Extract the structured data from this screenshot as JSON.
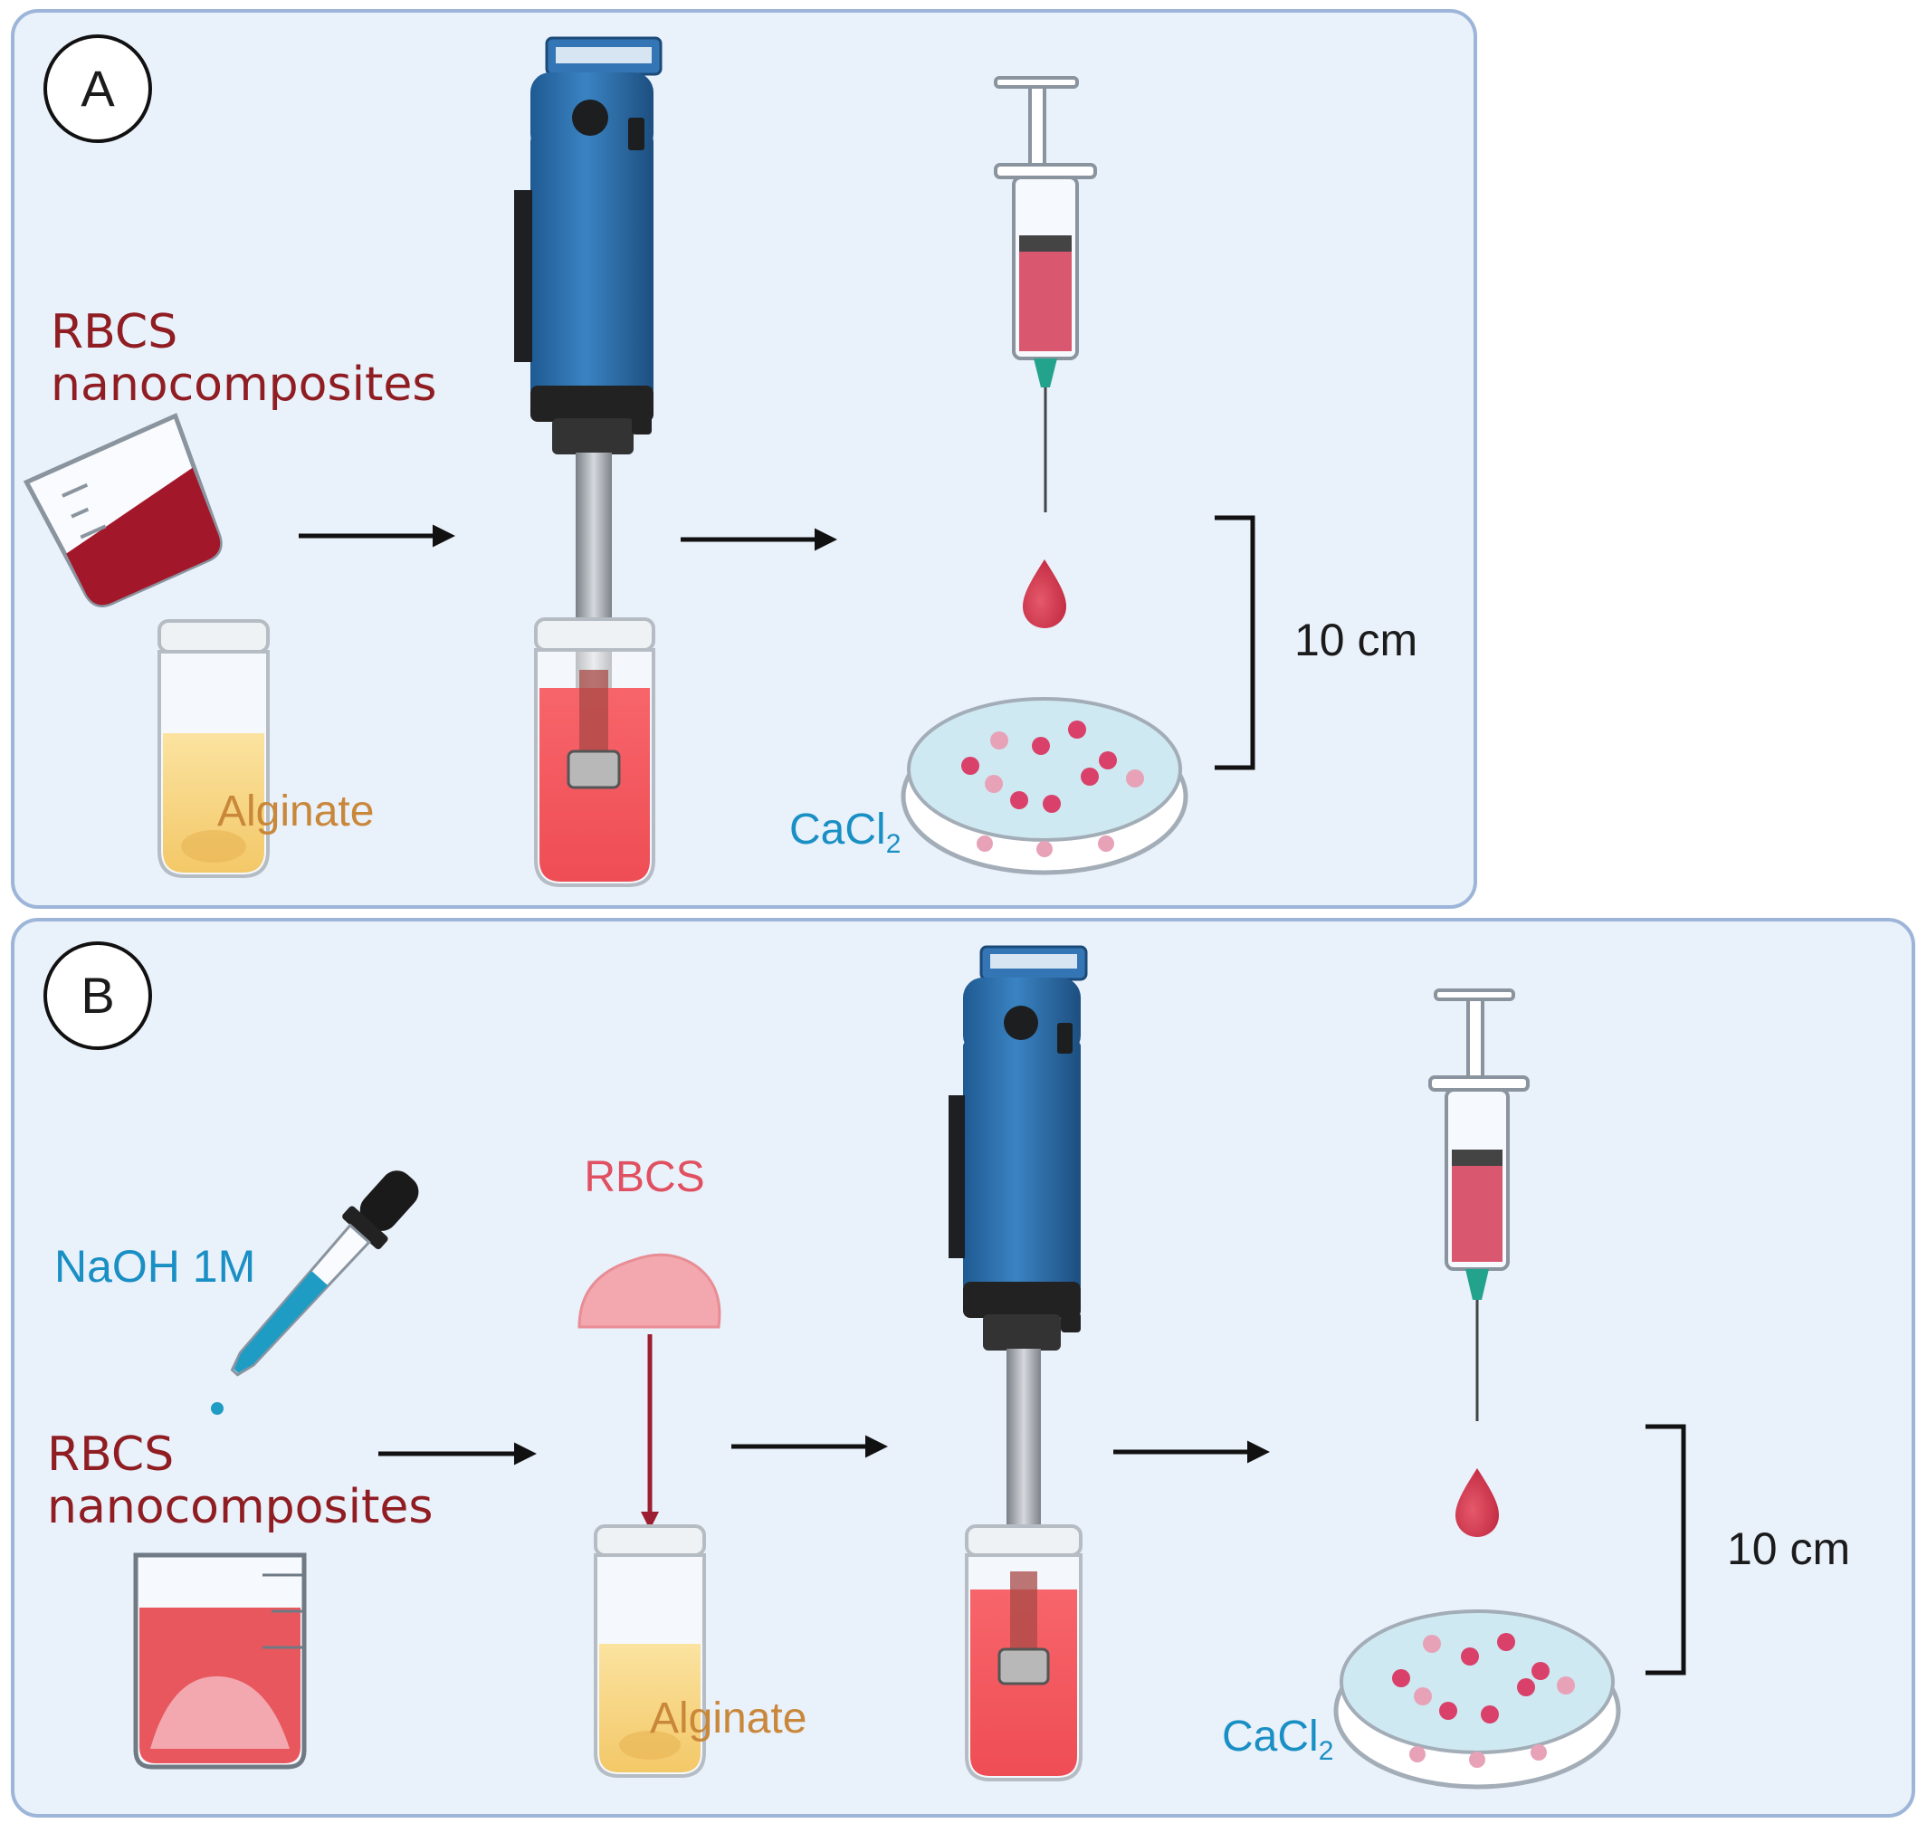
{
  "panel_a": {
    "label": "A",
    "rbcs_line1": "RBCS",
    "rbcs_line2": "nanocomposites",
    "alginate": "Alginate",
    "cacl": "CaCl",
    "cacl_sub": "2",
    "distance": "10 cm"
  },
  "panel_b": {
    "label": "B",
    "naoh": "NaOH 1M",
    "rbcs_powder": "RBCS",
    "rbcs_line1": "RBCS",
    "rbcs_line2": "nanocomposites",
    "alginate": "Alginate",
    "cacl": "CaCl",
    "cacl_sub": "2",
    "distance": "10 cm"
  },
  "colors": {
    "panel_bg": "#e9f1fb",
    "panel_border": "#9db5d8",
    "homogenizer_blue": "#2e6fa7",
    "solution_red": "#f0575a",
    "alginate_yellow": "#f6d27a",
    "dish_liquid": "#cfe9f2",
    "bead_pink": "#d9406a"
  }
}
